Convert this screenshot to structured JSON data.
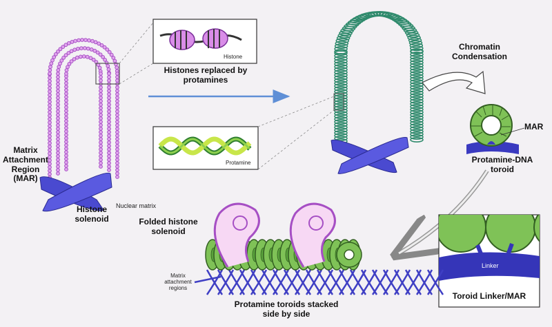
{
  "labels": {
    "histone_inset": "Histone",
    "histones_replaced": "Histones replaced by protamines",
    "protamine_inset": "Protamine",
    "chromatin_condensation": "Chromatin Condensation",
    "mar_short": "MAR",
    "protamine_dna_toroid": "Protamine-DNA toroid",
    "matrix_attachment_region": "Matrix Attachment Region (MAR)",
    "nuclear_matrix": "Nuclear matrix",
    "histone_solenoid": "Histone solenoid",
    "folded_histone_solenoid": "Folded histone solenoid",
    "matrix_attachment_regions": "Matrix attachment regions",
    "linker": "Linker",
    "toroid_linker_mar": "Toroid  Linker/MAR",
    "protamine_toroids_stacked": "Protamine toroids stacked side by side"
  },
  "colors": {
    "background": "#f3f1f4",
    "histone_purple": "#a64fc4",
    "protamine_green": "#2f8a6c",
    "toroid_green": "#7fc257",
    "matrix_blue": "#3f3fc4",
    "arrow_blue": "#5f8fd6",
    "outline": "#333333"
  }
}
